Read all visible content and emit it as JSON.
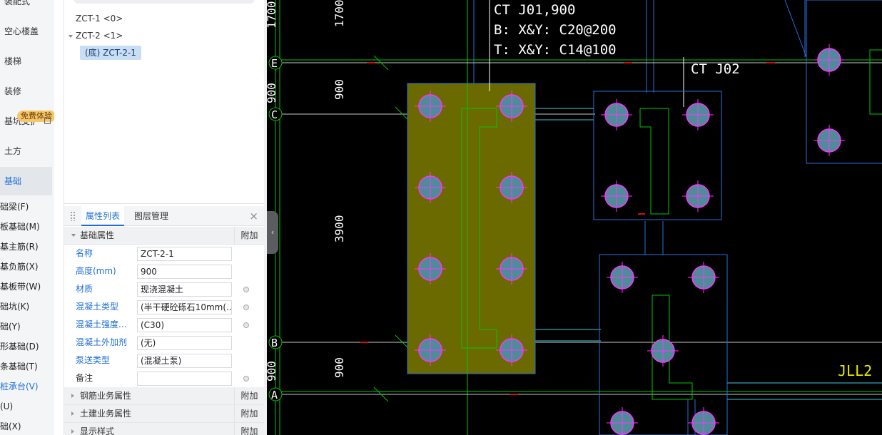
{
  "categories": [
    {
      "label": "装配式",
      "active": false
    },
    {
      "label": "空心楼盖",
      "active": false
    },
    {
      "label": "楼梯",
      "active": false
    },
    {
      "label": "装修",
      "active": false
    },
    {
      "label": "基坑支护",
      "active": false
    },
    {
      "label": "土方",
      "active": false
    },
    {
      "label": "基础",
      "active": true
    }
  ],
  "free_badge": "免费体验",
  "sub_items": [
    {
      "label": "础梁(F)",
      "active": false
    },
    {
      "label": "板基础(M)",
      "active": false
    },
    {
      "label": "基主筋(R)",
      "active": false
    },
    {
      "label": "基负筋(X)",
      "active": false
    },
    {
      "label": "基板带(W)",
      "active": false
    },
    {
      "label": "础坑(K)",
      "active": false
    },
    {
      "label": "础(Y)",
      "active": false
    },
    {
      "label": "形基础(D)",
      "active": false
    },
    {
      "label": "条基础(T)",
      "active": false
    },
    {
      "label": "桩承台(V)",
      "active": true
    },
    {
      "label": "(U)",
      "active": false
    },
    {
      "label": "础(X)",
      "active": false
    }
  ],
  "tree": {
    "nodes": [
      {
        "label": "ZCT-1 <0>",
        "expanded": false
      },
      {
        "label": "ZCT-2 <1>",
        "expanded": true
      },
      {
        "label": "(底) ZCT-2-1",
        "selected": true
      }
    ]
  },
  "property_panel": {
    "tabs": [
      "属性列表",
      "图层管理"
    ],
    "active_tab": "属性列表",
    "close": "×",
    "groups": {
      "basic": {
        "label": "基础属性",
        "add": "附加"
      },
      "rebar": {
        "label": "钢筋业务属性",
        "add": "附加"
      },
      "civil": {
        "label": "土建业务属性",
        "add": "附加"
      },
      "display": {
        "label": "显示样式",
        "add": "附加"
      }
    },
    "rows": [
      {
        "label": "名称",
        "value": "ZCT-2-1",
        "dot": false
      },
      {
        "label": "高度(mm)",
        "value": "900",
        "dot": false
      },
      {
        "label": "材质",
        "value": "现浇混凝土",
        "dot": true
      },
      {
        "label": "混凝土类型",
        "value": "(半干硬砼砾石10mm(...",
        "dot": true
      },
      {
        "label": "混凝土强度...",
        "value": "(C30)",
        "dot": true
      },
      {
        "label": "混凝土外加剂",
        "value": "(无)",
        "dot": false
      },
      {
        "label": "泵送类型",
        "value": "(混凝土泵)",
        "dot": false
      },
      {
        "label": "备注",
        "value": "",
        "dot": true
      }
    ]
  },
  "cad": {
    "axis_labels": [
      "E",
      "C",
      "B",
      "A"
    ],
    "dimensions": [
      "1700",
      "900",
      "3900",
      "900"
    ],
    "annotation_1": [
      "CT J01,900",
      "B: X&Y:   C20@200",
      "T: X&Y:   C14@100"
    ],
    "annotation_2": "CT J02",
    "beam_label": "JLL2",
    "colors": {
      "background": "#000000",
      "axis_line": "#c8c8c8",
      "grid_green": "#00c800",
      "cap_outline": "#2a6fdb",
      "cap_fill_selected": "#6b6a00",
      "pile_fill": "#4f8c9a",
      "pile_cross": "#ff33ff",
      "beam_label": "#e6e600",
      "text": "#ffffff",
      "red_marks": "#d01010"
    }
  }
}
